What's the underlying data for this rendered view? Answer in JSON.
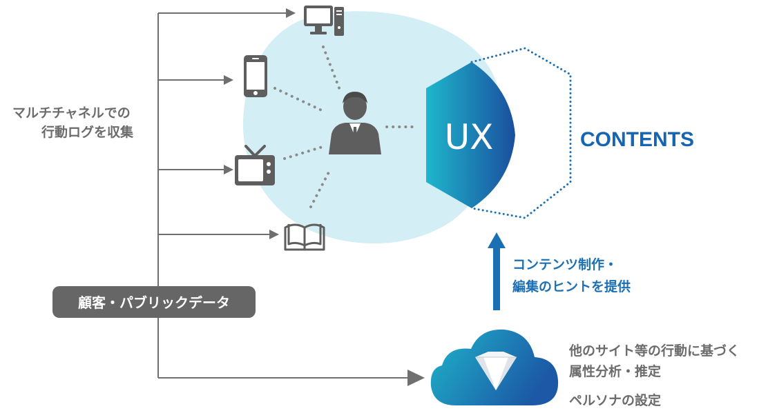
{
  "collection_label": {
    "line1": "マルチチャネルでの",
    "line2": "行動ログを収集"
  },
  "data_source_badge": "顧客・パブリックデータ",
  "ux_label": "UX",
  "contents_label": "CONTENTS",
  "hint_label": {
    "line1": "コンテンツ制作・",
    "line2": "編集のヒントを提供"
  },
  "analysis_label": {
    "line1": "他のサイト等の行動に基づく",
    "line2": "属性分析・推定",
    "line3": "ペルソナの設定"
  },
  "channels": [
    "desktop-computer",
    "smartphone",
    "television",
    "book"
  ],
  "colors": {
    "blob": "#d3eef4",
    "gray_line": "#6f6f6f",
    "arrow_blue": "#1b6fb3",
    "hex_start": "#1fb6cc",
    "hex_end": "#1a4f9e",
    "text_gray": "#6b6b6b"
  }
}
